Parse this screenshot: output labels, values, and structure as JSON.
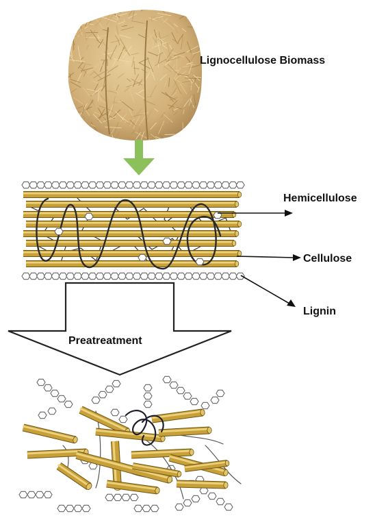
{
  "labels": {
    "biomass": "Lignocellulose Biomass",
    "hemicellulose": "Hemicellulose",
    "cellulose": "Cellulose",
    "lignin": "Lignin",
    "pretreatment": "Preatreatment"
  },
  "colors": {
    "straw": "#d6b77e",
    "straw_dark": "#a6854c",
    "rod": "#c8a03a",
    "rod_highlight": "#ecd27c",
    "rod_edge": "#6e5512",
    "green_arrow": "#8cc05a",
    "ink": "#222222",
    "hex_edge": "#666666"
  },
  "icons": {
    "biomass": "straw-bale-image",
    "down_arrow": "green-down-arrow",
    "pretreatment_arrow": "outlined-down-arrow"
  }
}
